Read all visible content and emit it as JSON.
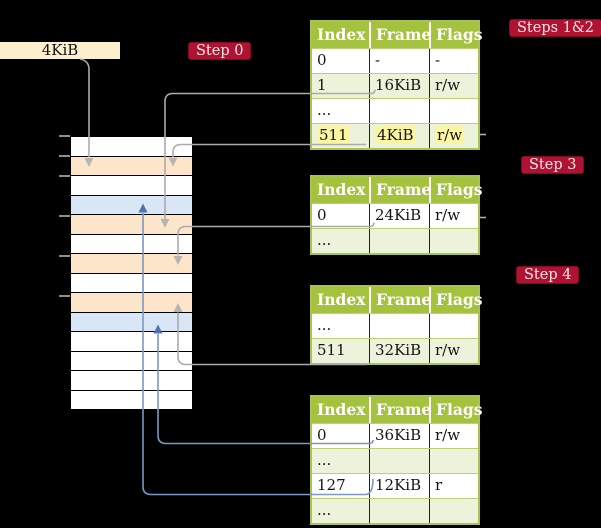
{
  "figure": {
    "background": "#000000"
  },
  "cr3_box": {
    "label": "4KiB"
  },
  "step_labels": {
    "step0": "Step 0",
    "steps12": "Steps 1&2",
    "step3": "Step 3",
    "step4": "Step 4"
  },
  "memory_stack": {
    "rows": [
      {
        "css": "mem-row white"
      },
      {
        "css": "mem-row orange"
      },
      {
        "css": "mem-row white"
      },
      {
        "css": "mem-row blue"
      },
      {
        "css": "mem-row orange"
      },
      {
        "css": "mem-row white"
      },
      {
        "css": "mem-row orange"
      },
      {
        "css": "mem-row white"
      },
      {
        "css": "mem-row orange"
      },
      {
        "css": "mem-row blue"
      },
      {
        "css": "mem-row white"
      },
      {
        "css": "mem-row white"
      },
      {
        "css": "mem-row white"
      },
      {
        "css": "mem-row white"
      }
    ]
  },
  "page_tables": [
    {
      "headers": [
        "Index",
        "Frame",
        "Flags"
      ],
      "rows": [
        {
          "cells": [
            "0",
            "-",
            "-"
          ],
          "css": "trow white"
        },
        {
          "cells": [
            "1",
            "16KiB",
            "r/w"
          ],
          "css": "trow green"
        },
        {
          "cells": [
            "...",
            "",
            ""
          ],
          "css": "trow white"
        },
        {
          "cells": [
            "511",
            "4KiB",
            "r/w"
          ],
          "css": "trow green",
          "cell_css": "mark"
        }
      ]
    },
    {
      "headers": [
        "Index",
        "Frame",
        "Flags"
      ],
      "rows": [
        {
          "cells": [
            "0",
            "24KiB",
            "r/w"
          ],
          "css": "trow white"
        },
        {
          "cells": [
            "...",
            "",
            ""
          ],
          "css": "trow green"
        }
      ]
    },
    {
      "headers": [
        "Index",
        "Frame",
        "Flags"
      ],
      "rows": [
        {
          "cells": [
            "...",
            "",
            ""
          ],
          "css": "trow white"
        },
        {
          "cells": [
            "511",
            "32KiB",
            "r/w"
          ],
          "css": "trow green"
        }
      ]
    },
    {
      "headers": [
        "Index",
        "Frame",
        "Flags"
      ],
      "rows": [
        {
          "cells": [
            "0",
            "36KiB",
            "r/w"
          ],
          "css": "trow white"
        },
        {
          "cells": [
            "...",
            "",
            ""
          ],
          "css": "trow green"
        },
        {
          "cells": [
            "127",
            "12KiB",
            "r"
          ],
          "css": "trow white"
        },
        {
          "cells": [
            "...",
            "",
            ""
          ],
          "css": "trow green"
        }
      ]
    }
  ],
  "colors": {
    "label_red": "#b01331",
    "table_header_green": "#a4c23e",
    "table_row_green": "#edf2da",
    "table_border_green": "#a9c351",
    "frame_orange": "#fce5c8",
    "frame_blue": "#d9e6f6",
    "highlight_yellow": "#fbf6a1",
    "cr3_cream": "#fbf0cd",
    "arrow_gray": "#ababab",
    "arrow_blue": "#7b98c6"
  }
}
